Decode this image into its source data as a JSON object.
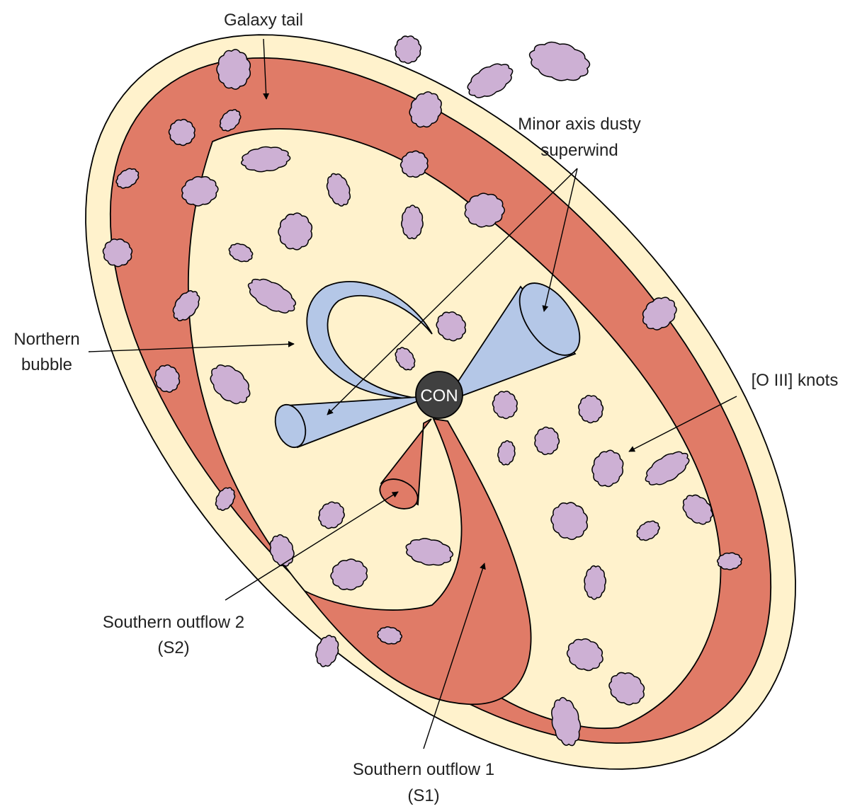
{
  "title": "Galaxy outflow schematic",
  "colors": {
    "cream": "#fff2cc",
    "red": "#e07b67",
    "blue": "#b4c7e7",
    "purple": "#cdb0d4",
    "nucleus": "#404040"
  },
  "nucleus_label": "CON",
  "labels": {
    "galaxy_tail": "Galaxy tail",
    "minor_axis_1": "Minor axis dusty",
    "minor_axis_2": "superwind",
    "northern_bubble_1": "Northern",
    "northern_bubble_2": "bubble",
    "oiii_knots": "[O III] knots",
    "s2_1": "Southern outflow 2",
    "s2_2": "(S2)",
    "s1_1": "Southern outflow 1",
    "s1_2": "(S1)"
  }
}
